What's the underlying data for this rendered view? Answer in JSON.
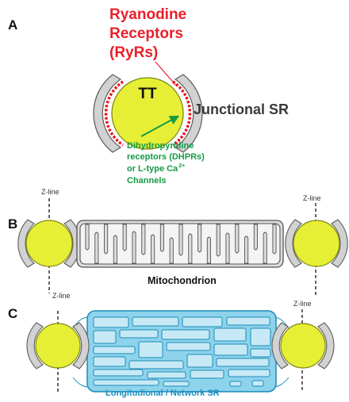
{
  "panels": {
    "a": "A",
    "b": "B",
    "c": "C"
  },
  "labels": {
    "ryr": [
      "Ryanodine",
      "Receptors",
      "(RyRs)"
    ],
    "tt": "TT",
    "junctional_sr": "Junctional SR",
    "dhpr": [
      "Dihydropyridine",
      "receptors (DHPRs)",
      "or L-type Ca",
      "Channels"
    ],
    "dhpr_superscript": "2+",
    "zline": "Z-line",
    "mitochondrion": "Mitochondrion",
    "network_sr": "Longitudional / Network SR"
  },
  "colors": {
    "tubule_fill": "#e6ef35",
    "tubule_stroke": "#7d8a14",
    "sr_fill": "#d2d2d2",
    "sr_stroke": "#5c5c5c",
    "ryr": "#e8161d",
    "ryr_text": "#e8202a",
    "dhpr_text": "#159a46",
    "mito_fill": "#dcdcdc",
    "network_fill": "#8dd3ec",
    "network_stroke": "#1c8bb8",
    "network_text": "#1a8fbf"
  }
}
